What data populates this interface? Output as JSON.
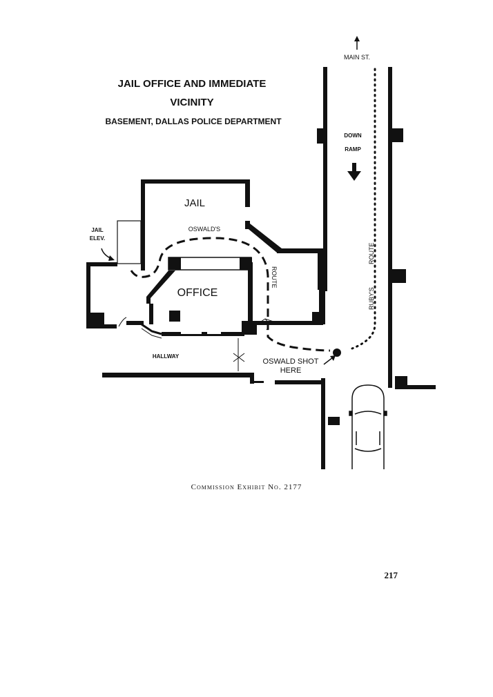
{
  "diagram": {
    "title_line1": "JAIL OFFICE AND IMMEDIATE",
    "title_line2": "VICINITY",
    "subtitle": "BASEMENT, DALLAS POLICE DEPARTMENT",
    "labels": {
      "main_st": "MAIN ST.",
      "down": "DOWN",
      "ramp": "RAMP",
      "jail": "JAIL",
      "jail_elev_1": "JAIL",
      "jail_elev_2": "ELEV.",
      "oswalds": "OSWALD'S",
      "route": "ROUTE",
      "office": "OFFICE",
      "hallway": "HALLWAY",
      "oswald_shot_1": "OSWALD SHOT",
      "oswald_shot_2": "HERE",
      "rubys_route_1": "RUBY'S",
      "rubys_route_2": "ROUTE"
    }
  },
  "caption": "Commission Exhibit No. 2177",
  "page_number": "217"
}
